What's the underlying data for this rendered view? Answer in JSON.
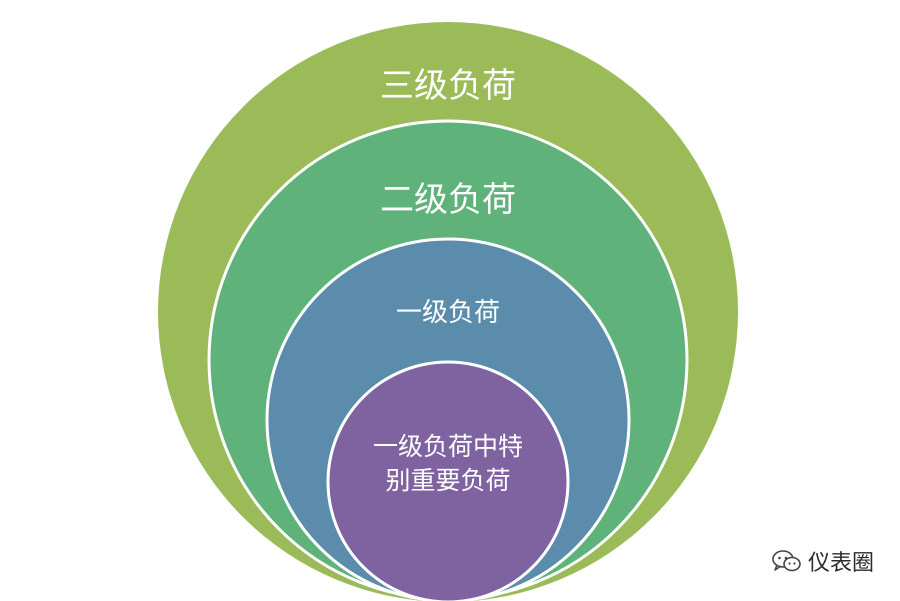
{
  "diagram": {
    "rings": [
      {
        "id": "level3",
        "label": "三级负荷",
        "color": "#9bbb59"
      },
      {
        "id": "level2",
        "label": "二级负荷",
        "color": "#5eb27a"
      },
      {
        "id": "level1",
        "label": "一级负荷",
        "color": "#5b8cab"
      },
      {
        "id": "core",
        "label": "一级负荷中特别重要负荷",
        "color": "#7f63a1"
      }
    ],
    "ring_border_color": "#ffffff"
  },
  "watermark": {
    "text": "仪表圈",
    "icon": "wechat-icon"
  }
}
